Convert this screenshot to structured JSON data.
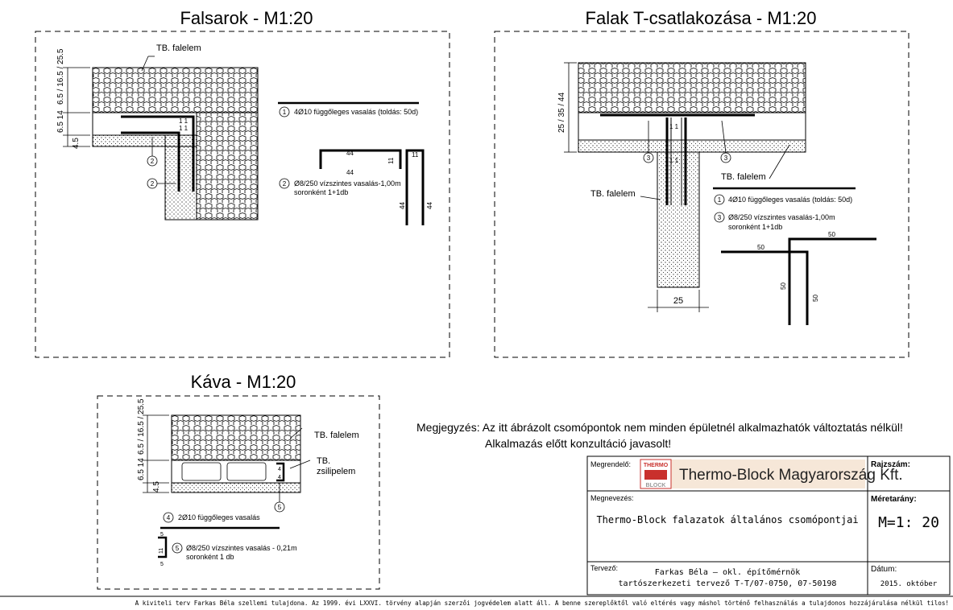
{
  "drawings": {
    "corner": {
      "title": "Falsarok - M1:20",
      "label_tb": "TB. falelem",
      "dim_top": "6.5 / 16.5 / 25.5",
      "dim_mid": "6.5 14",
      "dim_bot": "4.5",
      "num1": "1",
      "num2": "2",
      "note1_num": "1",
      "note1": "4Ø10 függőleges vasalás (toldás: 50d)",
      "note2_num": "2",
      "note2": "Ø8/250 vízszintes vasalás-1,00m",
      "note2b": "soronként 1+1db",
      "bar44a": "44",
      "bar44b": "44",
      "bar11a": "11",
      "bar11b": "11",
      "bar44c": "44",
      "bar44d": "44",
      "tick1": "1 1",
      "tick2": "1 1"
    },
    "tjoint": {
      "title": "Falak T-csatlakozása - M1:20",
      "dim_left": "25 / 35 / 44",
      "tick1": "1 1",
      "tick2": "1 1",
      "num3a": "3",
      "num3b": "3",
      "label_tb_right": "TB. falelem",
      "label_tb_left": "TB. falelem",
      "note1_num": "1",
      "note1": "4Ø10 függőleges vasalás (toldás: 50d)",
      "note3_num": "3",
      "note3": "Ø8/250 vízszintes vasalás-1,00m",
      "note3b": "soronként 1+1db",
      "dim25": "25",
      "bar50a": "50",
      "bar50b": "50",
      "bar50c": "50",
      "bar50d": "50"
    },
    "kava": {
      "title": "Káva - M1:20",
      "label_tb": "TB. falelem",
      "label_zs1": "TB.",
      "label_zs2": "zsilipelem",
      "dim_top": "6.5 / 16.5 / 25.5",
      "dim_mid": "6.5 14",
      "dim_bot": "4.5",
      "num5": "5",
      "bar4a": "4",
      "bar4b": "4",
      "note4_num": "4",
      "note4": "2Ø10 függőleges vasalás",
      "note5_num": "5",
      "note5": "Ø8/250 vízszintes vasalás - 0,21m",
      "note5b": "soronként 1 db",
      "bar5a": "5",
      "bar5b": "5",
      "bar11": "11"
    }
  },
  "notice": {
    "line1": "Megjegyzés: Az itt ábrázolt csomópontok nem minden épületnél alkalmazhatók változtatás nélkül!",
    "line2": "Alkalmazás előtt konzultáció javasolt!"
  },
  "titleblock": {
    "client_label": "Megrendelő:",
    "logo_top": "THERMO",
    "logo_bot": "BLOCK",
    "company": "Thermo-Block Magyarország Kft.",
    "drawing_no_label": "Rajzszám:",
    "name_label": "Megnevezés:",
    "name": "Thermo-Block falazatok általános csomópontjai",
    "scale_label": "Méretarány:",
    "scale": "M=1: 20",
    "designer_label": "Tervező:",
    "designer_line1": "Farkas Béla – okl. építőmérnök",
    "designer_line2": "tartószerkezeti tervező T-T/07-0750, 07-50198",
    "date_label": "Dátum:",
    "date": "2015. október"
  },
  "footer": "A kiviteli terv Farkas Béla szellemi tulajdona. Az 1999. évi LXXVI. törvény alapján szerzői jogvédelem alatt áll. A benne szereplőktől való eltérés vagy máshol történő felhasználás a tulajdonos hozzájárulása nélkül tilos!",
  "colors": {
    "line": "#000000",
    "logo_red": "#c9302c",
    "logo_bg": "#f6e7d8"
  }
}
